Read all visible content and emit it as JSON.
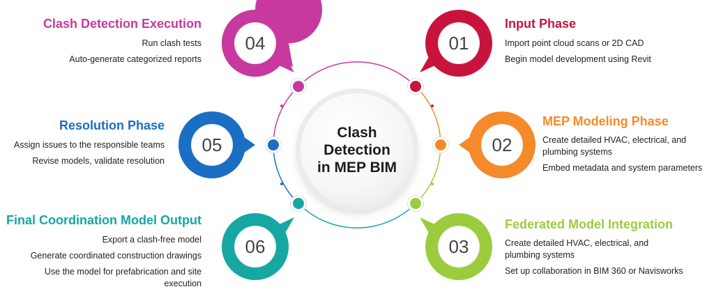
{
  "center": {
    "title": "Clash Detection in MEP BIM"
  },
  "colors": {
    "p1": "#c8143c",
    "p2": "#f58a2a",
    "p3": "#9ccc3d",
    "p4": "#c7399e",
    "p5": "#1a6fc4",
    "p6": "#16a7a2"
  },
  "phases": [
    {
      "number": "01",
      "title": "Input Phase",
      "items": [
        "Import point cloud scans or 2D CAD",
        "Begin model development using Revit"
      ]
    },
    {
      "number": "02",
      "title": "MEP Modeling Phase",
      "items": [
        "Create detailed HVAC, electrical, and plumbing systems",
        "Embed metadata and system parameters"
      ]
    },
    {
      "number": "03",
      "title": "Federated Model Integration",
      "items": [
        "Create detailed HVAC, electrical, and plumbing systems",
        "Set up collaboration in BIM 360 or Navisworks"
      ]
    },
    {
      "number": "04",
      "title": "Clash Detection Execution",
      "items": [
        "Run clash tests",
        "Auto-generate categorized reports"
      ]
    },
    {
      "number": "05",
      "title": "Resolution Phase",
      "items": [
        "Assign issues to the responsible teams",
        "Revise models, validate resolution"
      ]
    },
    {
      "number": "06",
      "title": "Final Coordination Model Output",
      "items": [
        "Export a clash-free model",
        "Generate coordinated construction drawings",
        "Use the model for prefabrication and site execution"
      ]
    }
  ]
}
